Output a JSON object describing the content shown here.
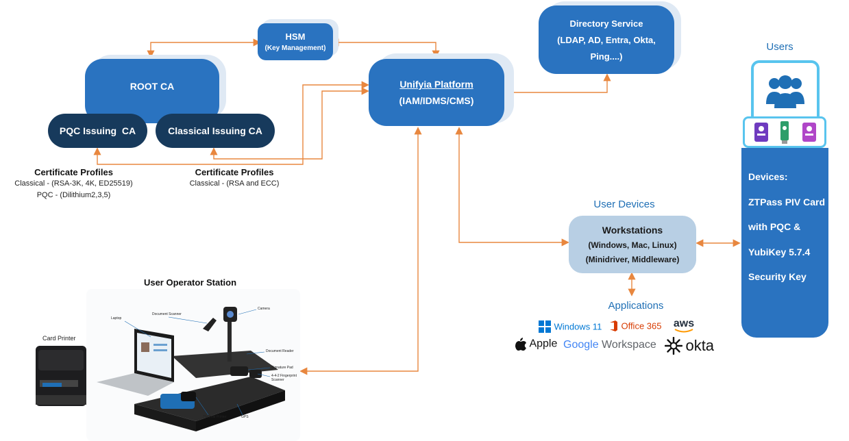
{
  "hsm": {
    "title": "HSM",
    "sub": "(Key Management)"
  },
  "root_ca": "ROOT CA",
  "pqc_ca": "PQC Issuing  CA",
  "classical_ca": "Classical Issuing CA",
  "platform": {
    "title": "Unifyia Platform",
    "sub": "(IAM/IDMS/CMS)"
  },
  "directory": {
    "line1": "Directory Service",
    "line2": "(LDAP, AD, Entra, Okta,",
    "line3": "Ping....)"
  },
  "profiles_left": {
    "title": "Certificate Profiles",
    "line1": "Classical - (RSA-3K, 4K, ED25519)",
    "line2": "PQC - (Dilithium2,3,5)"
  },
  "profiles_right": {
    "title": "Certificate Profiles",
    "line1": "Classical - (RSA and ECC)"
  },
  "users": {
    "label": "Users"
  },
  "devices": {
    "l1": "Devices:",
    "l2": "ZTPass PIV Card",
    "l3": "with PQC &",
    "l4": "YubiKey 5.7.4",
    "l5": "Security Key"
  },
  "user_devices": {
    "label": "User Devices",
    "title": "Workstations",
    "l2": "(Windows, Mac, Linux)",
    "l3": "(Minidriver, Middleware)"
  },
  "applications": {
    "label": "Applications",
    "logos": {
      "windows": "Windows 11",
      "office": "Office 365",
      "aws": "aws",
      "apple": "Apple",
      "google": "Google",
      "workspace": " Workspace",
      "okta": "okta"
    }
  },
  "station": {
    "title": "User Operator Station",
    "card_printer": "Card Printer",
    "callouts": {
      "laptop": "Laptop",
      "doc_scanner": "Document Scanner",
      "camera": "Camera",
      "doc_reader": "Document Reader",
      "sig_pad": "Signature Pad",
      "fingerprint": "4-4-2 Fingerprint Scanner",
      "thermal": "Thermal Printer",
      "gps": "GPS"
    }
  },
  "colors": {
    "blue": "#2a73c0",
    "navy": "#173a5c",
    "arrow": "#e8873f",
    "station_blue": "#1f6fb5",
    "workstation_bg": "#b8cfe4"
  }
}
